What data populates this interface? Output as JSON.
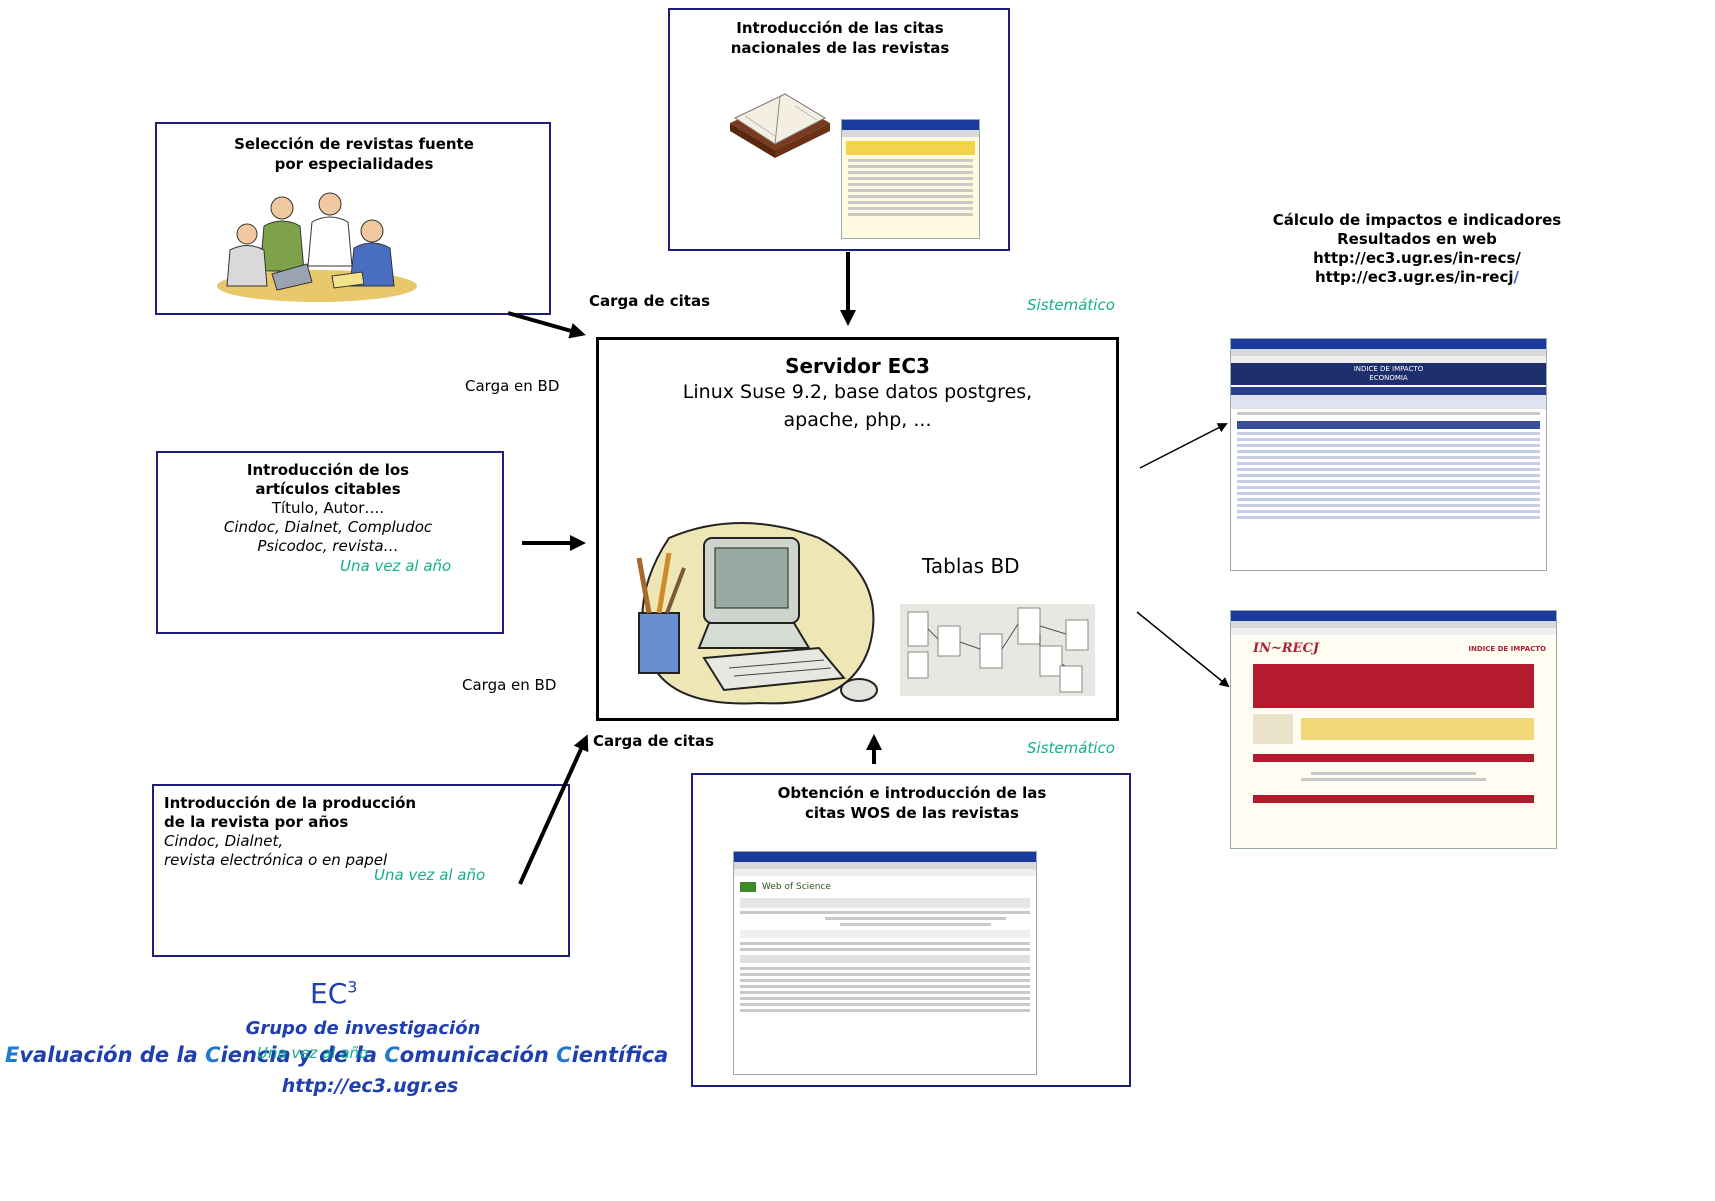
{
  "boxes": {
    "top": {
      "line1": "Introducción de las citas",
      "line2": "nacionales de las revistas"
    },
    "seleccion": {
      "line1": "Selección de revistas fuente",
      "line2": "por especialidades"
    },
    "articulos": {
      "line1": "Introducción de los",
      "line2": "artículos citables",
      "line3": "Título, Autor….",
      "line4": "Cindoc, Dialnet, Compludoc",
      "line5": "Psicodoc, revista…",
      "freq": "Una vez al año"
    },
    "produccion": {
      "line1": "Introducción de la producción",
      "line2": "de la revista por años",
      "line3": "Cindoc, Dialnet,",
      "line4": "revista electrónica o en papel",
      "freq": "Una vez al año"
    },
    "wos": {
      "line1": "Obtención e introducción de las",
      "line2": "citas WOS de las revistas"
    }
  },
  "server": {
    "title": "Servidor EC3",
    "line1": "Linux Suse 9.2, base datos postgres,",
    "line2": "apache, php, ...",
    "tables": "Tablas BD"
  },
  "results": {
    "line1": "Cálculo de impactos e indicadores",
    "line2": "Resultados en web",
    "line3": "http://ec3.ugr.es/in-recs/",
    "line4a": "http://ec3.ugr.es/in-recj",
    "line4b": "/"
  },
  "labels": {
    "carga_citas_top": "Carga de citas",
    "carga_bd_1": "Carga en BD",
    "carga_bd_2": "Carga en BD",
    "carga_citas_bottom": "Carga de citas",
    "sistematico_top": "Sistemático",
    "sistematico_bottom": "Sistemático"
  },
  "footer": {
    "logo": "EC",
    "logo_sup": "3",
    "line1": "Grupo de investigación",
    "line2_pre": "E",
    "line2_a": "valuación de la ",
    "line2_b": "C",
    "line2_c": "iencia y de la ",
    "line2_d": "C",
    "line2_e": "omunicación ",
    "line2_f": "C",
    "line2_g": "ientífica",
    "line3": "http://ec3.ugr.es",
    "overlap": "Una vez al año"
  },
  "screens": {
    "wos_title": "Web of Science",
    "inrecs_title": "INDICE DE IMPACTO",
    "inrecs_sub": "ECONOMIA",
    "inrecj_logo": "IN~RECJ",
    "inrecj_title": "INDICE DE IMPACTO"
  },
  "colors": {
    "box_border": "#1f1f7a",
    "teal": "#15b08a",
    "ec3_blue": "#1f3fb0"
  }
}
